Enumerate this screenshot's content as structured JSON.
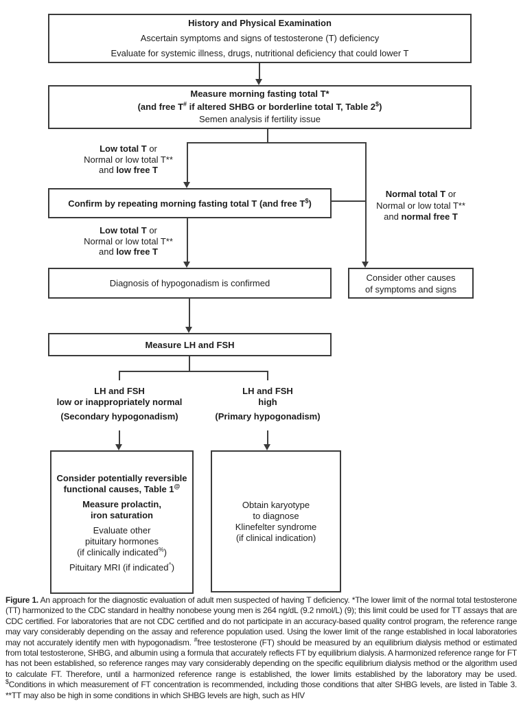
{
  "flowchart": {
    "box1": {
      "l1": "History and Physical Examination",
      "l2": "Ascertain symptoms and signs of testosterone (T) deficiency",
      "l3": "Evaluate for systemic illness, drugs, nutritional deficiency that could lower T"
    },
    "box2": {
      "l1": "Measure morning fasting total T*",
      "l2a": "(and free T",
      "l2sup1": "#",
      "l2b": " if altered SHBG or borderline total T, Table 2",
      "l2sup2": "$",
      "l2c": ")",
      "l3": "Semen analysis if fertility issue"
    },
    "low_label": {
      "l1b": "Low total T",
      "l1r": " or",
      "l2": "Normal or low total T**",
      "l3r": "and ",
      "l3b": "low free T"
    },
    "normal_label": {
      "l1b": "Normal total T",
      "l1r": " or",
      "l2": "Normal or low total T**",
      "l3r": "and ",
      "l3b": "normal free T"
    },
    "confirm_box": {
      "a": "Confirm by repeating morning fasting total T (and free T",
      "sup": "$",
      "b": ")"
    },
    "diagnosis_box": "Diagnosis of hypogonadism is confirmed",
    "consider_box": {
      "l1": "Consider other causes",
      "l2": "of symptoms and signs"
    },
    "lhfsh_box": "Measure LH and FSH",
    "secondary_label": {
      "l1": "LH and FSH",
      "l2": "low or inappropriately normal",
      "l3": "(Secondary hypogonadism)"
    },
    "primary_label": {
      "l1": "LH and FSH",
      "l2": "high",
      "l3": "(Primary hypogonadism)"
    },
    "reversible_box": {
      "l1": "Consider potentially reversible",
      "l2a": "functional causes, Table 1",
      "l2sup": "@",
      "l3": "Measure prolactin,",
      "l4": "iron saturation",
      "l5": "Evaluate other",
      "l6": "pituitary hormones",
      "l7a": "(if clinically indicated",
      "l7sup": "%",
      "l7b": ")",
      "l8a": "Pituitary MRI (if indicated",
      "l8sup": "^",
      "l8b": ")"
    },
    "karyotype_box": {
      "l1": "Obtain karyotype",
      "l2": "to diagnose",
      "l3": "Klinefelter syndrome",
      "l4": "(if clinical indication)"
    }
  },
  "caption": {
    "label": "Figure 1.",
    "seg1": " An approach for the diagnostic evaluation of adult men suspected of having T deficiency. *The lower limit of the normal total testosterone (TT) harmonized to the CDC standard in healthy nonobese young men is 264 ng/dL (9.2 nmol/L) (9); this limit could be used for TT assays that are CDC certified. For laboratories that are not CDC certified and do not participate in an accuracy-based quality control program, the reference range may vary considerably depending on the assay and reference population used. Using the lower limit of the range established in local laboratories may not accurately identify men with hypogonadism. ",
    "sup1": "#",
    "seg2": "free testosterone (FT) should be measured by an equilibrium dialysis method or estimated from total testosterone, SHBG, and albumin using a formula that accurately reflects FT by equilibrium dialysis. A harmonized reference range for FT has not been established, so reference ranges may vary considerably depending on the specific equilibrium dialysis method or the algorithm used to calculate FT. Therefore, until a harmonized reference range is established, the lower limits established by the laboratory may be used. ",
    "sup2": "$",
    "seg3": "Conditions in which measurement of FT concentration is recommended, including those conditions that alter SHBG levels, are listed in Table 3. **TT may also be high in some conditions in which SHBG levels are high, such as HIV"
  },
  "colors": {
    "line": "#3a3a3a",
    "text": "#1c1c1c",
    "background": "#ffffff"
  }
}
